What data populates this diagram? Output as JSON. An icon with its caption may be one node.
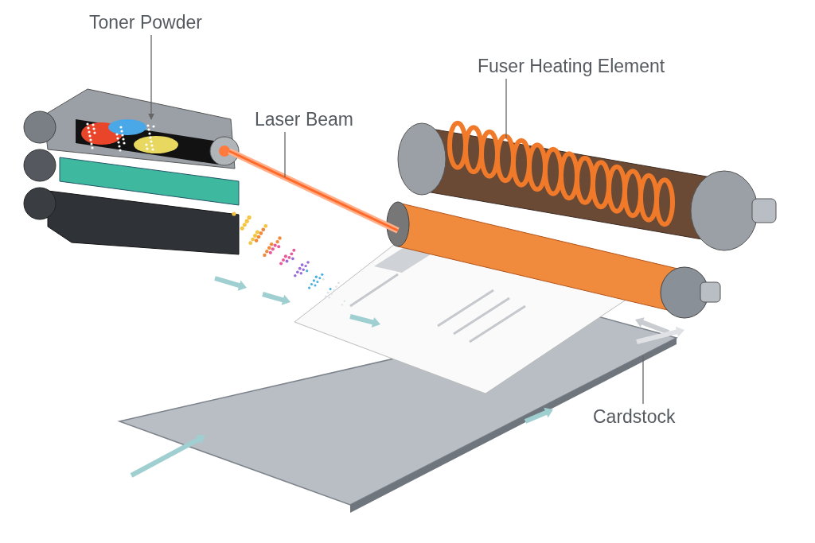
{
  "diagram": {
    "nodes": [
      {
        "text": [
          "Toner Powder"
        ]
      },
      {
        "text": [],
        "shape": "picture"
      },
      {
        "text": [
          "Laser Beam"
        ]
      },
      {
        "text": [],
        "shape": "picture"
      },
      {
        "text": [
          "Fuser Heating Element"
        ]
      },
      {
        "text": [],
        "shape": "picture"
      },
      {
        "text": [
          "Cardstock"
        ]
      },
      {
        "text": [],
        "shape": "picture"
      }
    ],
    "edges": [
      {
        "from": 0,
        "to": 1,
        "arrow": "to"
      },
      {
        "from": 2,
        "to": 3,
        "arrow": "none"
      },
      {
        "from": 4,
        "to": 5,
        "arrow": "none"
      },
      {
        "from": 6,
        "to": 7,
        "arrow": "none"
      }
    ]
  }
}
